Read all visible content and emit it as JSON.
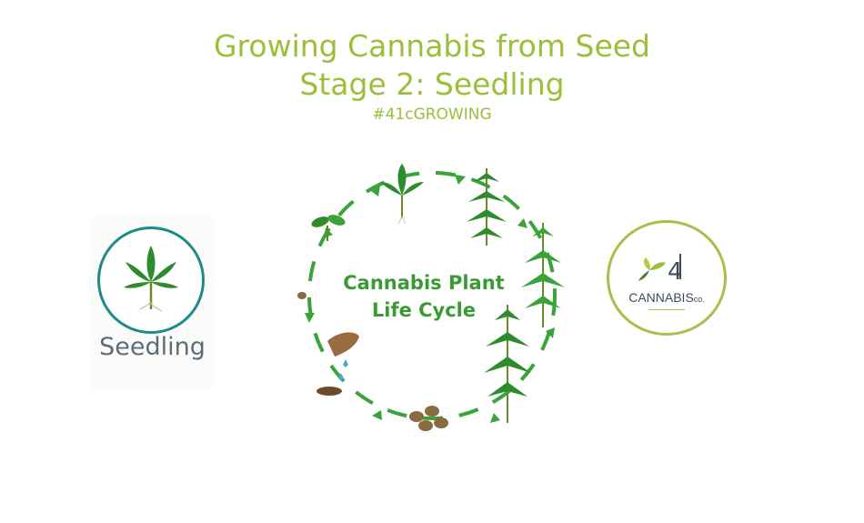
{
  "header": {
    "title_line1": "Growing Cannabis from Seed",
    "title_line2": "Stage 2: Seedling",
    "hashtag": "#41cGROWING"
  },
  "seedling_card": {
    "label": "Seedling",
    "icon": "seedling-leaf-icon"
  },
  "cycle": {
    "label_line1": "Cannabis Plant",
    "label_line2": "Life Cycle",
    "stages": [
      "seed",
      "sprout",
      "seedling",
      "vegetative",
      "flowering",
      "mature",
      "harvest-seeds",
      "planting"
    ]
  },
  "brand": {
    "name": "CANNABIS",
    "suffix": "co.",
    "icon": "41-cannabis-logo"
  },
  "colors": {
    "title": "#9bbf3a",
    "cycle_label": "#3a9a35",
    "arrow": "#3aa33a",
    "seedling_ring": "#1f8a8a",
    "brand_ring": "#a4c24a"
  }
}
